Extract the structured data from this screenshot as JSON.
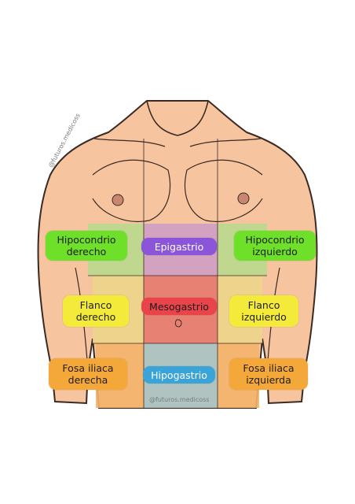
{
  "regions": {
    "hipocondrio_derecho": {
      "lines": [
        "Hipocondrio",
        "derecho"
      ],
      "color": "#6ee02a",
      "zone": "#b9d98e"
    },
    "epigastrio": {
      "lines": [
        "Epigastrio"
      ],
      "color": "#8a55d8",
      "zone": "#cf9fc4"
    },
    "hipocondrio_izquierdo": {
      "lines": [
        "Hipocondrio",
        "izquierdo"
      ],
      "color": "#6ee02a",
      "zone": "#b9d98e"
    },
    "flanco_derecho": {
      "lines": [
        "Flanco",
        "derecho"
      ],
      "color": "#f4ea3a",
      "zone": "#ecd58a"
    },
    "mesogastrio": {
      "lines": [
        "Mesogastrio"
      ],
      "color": "#e8444a",
      "zone": "#e47a6e"
    },
    "flanco_izquierdo": {
      "lines": [
        "Flanco",
        "izquierdo"
      ],
      "color": "#f4ea3a",
      "zone": "#ecd58a"
    },
    "fosa_iliaca_derecha": {
      "lines": [
        "Fosa iliaca",
        "derecha"
      ],
      "color": "#f5a83a",
      "zone": "#f2b46a"
    },
    "hipogastrio": {
      "lines": [
        "Hipogastrio"
      ],
      "color": "#3aa3d8",
      "zone": "#a6c4c4"
    },
    "fosa_iliaca_izquierda": {
      "lines": [
        "Fosa iliaca",
        "izquierda"
      ],
      "color": "#f5a83a",
      "zone": "#f2b46a"
    }
  },
  "watermarks": {
    "side": "@futuros.medicoss",
    "bottom": "@futuros.medicoss"
  },
  "colors": {
    "skin": "#f7c4a0",
    "skin_shadow": "#e9a47f",
    "outline": "#3a2a22"
  }
}
